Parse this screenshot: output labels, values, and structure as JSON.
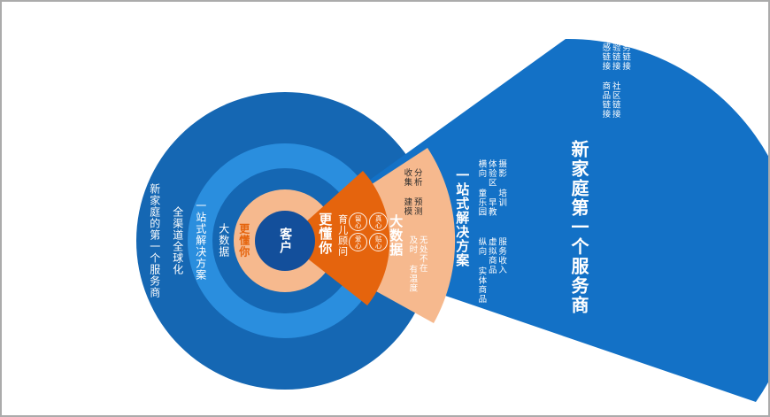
{
  "colors": {
    "ring_dark_blue": "#1567b3",
    "ring_bright_blue": "#2a8ede",
    "ring_peach": "#f6b98e",
    "center_navy": "#134f9b",
    "fan_blue": "#1371c6",
    "wedge_peach": "#f6b98e",
    "wedge_orange": "#e5640d",
    "know_you_text_orange": "#e5640d",
    "collect_text_dark": "#2b2b2b"
  },
  "rings": {
    "outer_label": "新家庭的第一个服务商",
    "channel_label": "全渠道全球化",
    "one_stop_label": "一站式解决方案",
    "big_data_label": "大数据",
    "know_you_label": "更懂你",
    "center_label": "客户"
  },
  "orange_wedge": {
    "title": "更懂你",
    "subtitle": "育儿顾问",
    "hearts": [
      "留心",
      "真心",
      "爱心",
      "贴心"
    ]
  },
  "peach_wedge": {
    "title": "大数据",
    "methods": "收集 建模\n分析 预测",
    "qualities": "及时 有温度\n无处不在"
  },
  "fan": {
    "one_stop_title": "一站式解决方案",
    "horizontal_items": "横向 童乐园\n体验区 早教\n摄影 培训",
    "vertical_items": "纵向 实体商品\n虚拟商品\n服务收入",
    "main_title": "新家庭第一个服务商",
    "links": "情感链接 商品链接\n体验链接 社区链接\n服务链接"
  }
}
